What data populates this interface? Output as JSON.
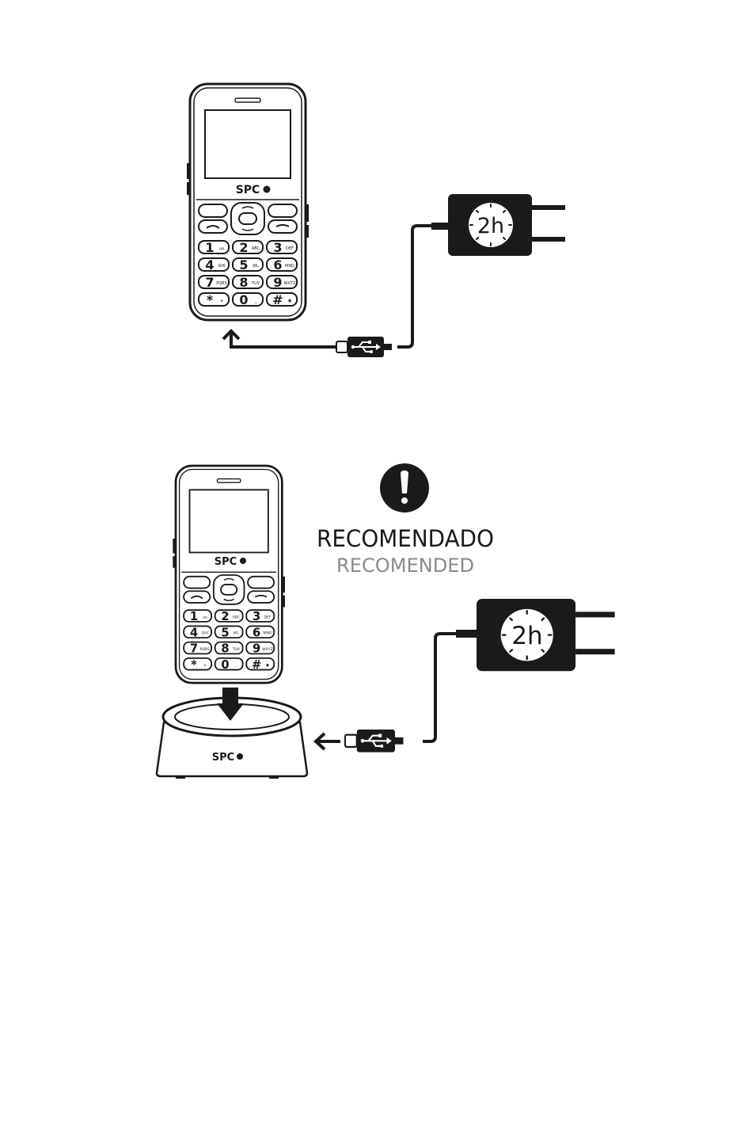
{
  "brand": "SPC",
  "charge_time": "2h",
  "recommendation": {
    "title": "RECOMENDADO",
    "subtitle": "RECOMENDED"
  },
  "keypad": [
    {
      "d": "1",
      "s": "⌂⌂"
    },
    {
      "d": "2",
      "s": "ABC"
    },
    {
      "d": "3",
      "s": "DEF"
    },
    {
      "d": "4",
      "s": "GHI"
    },
    {
      "d": "5",
      "s": "JKL"
    },
    {
      "d": "6",
      "s": "MNO"
    },
    {
      "d": "7",
      "s": "PQRS"
    },
    {
      "d": "8",
      "s": "TUV"
    },
    {
      "d": "9",
      "s": "WXYZ"
    },
    {
      "d": "*",
      "s": "a"
    },
    {
      "d": "0",
      "s": "_"
    },
    {
      "d": "#",
      "s": "▣"
    }
  ],
  "colors": {
    "ink": "#1a1a1a",
    "muted": "#8a8a8a",
    "background": "#ffffff"
  },
  "icons": {
    "warning": "exclamation-icon",
    "usb": "usb-icon",
    "arrow": "arrow-icon"
  }
}
